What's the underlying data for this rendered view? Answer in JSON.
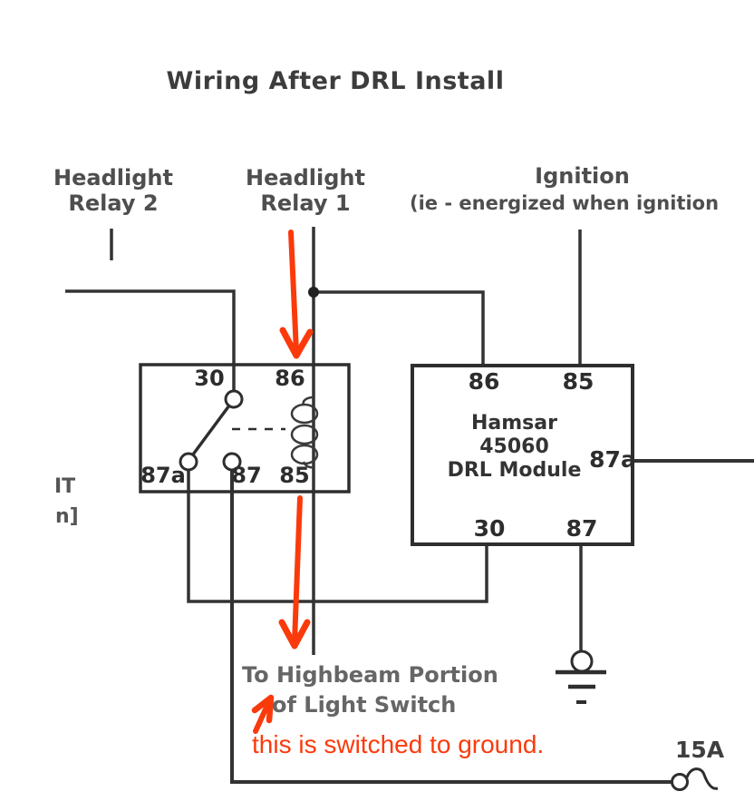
{
  "title": "Wiring After DRL Install",
  "colors": {
    "wire": "#333333",
    "annotation_red": "#fb3a0c",
    "label_gray": "#4e4e4e"
  },
  "top_labels": {
    "headlight_relay_2": {
      "line1": "Headlight",
      "line2": "Relay 2"
    },
    "headlight_relay_1": {
      "line1": "Headlight",
      "line2": "Relay 1"
    },
    "ignition": {
      "line1": "Ignition",
      "line2": "(ie - energized when ignition"
    }
  },
  "relay": {
    "t30": "30",
    "t86": "86",
    "t87a": "87a",
    "t87": "87",
    "t85": "85"
  },
  "drl_module": {
    "line1": "Hamsar",
    "line2": "45060",
    "line3": "DRL Module",
    "t86": "86",
    "t85": "85",
    "t87a": "87a",
    "t30": "30",
    "t87": "87"
  },
  "clipped_left_text": {
    "line1": "IT",
    "line2": "n]"
  },
  "notes": {
    "highbeam": {
      "line1": "To Highbeam Portion",
      "line2": "of Light Switch"
    },
    "ground_note": "this is switched to ground."
  },
  "fuse_label": "15A"
}
